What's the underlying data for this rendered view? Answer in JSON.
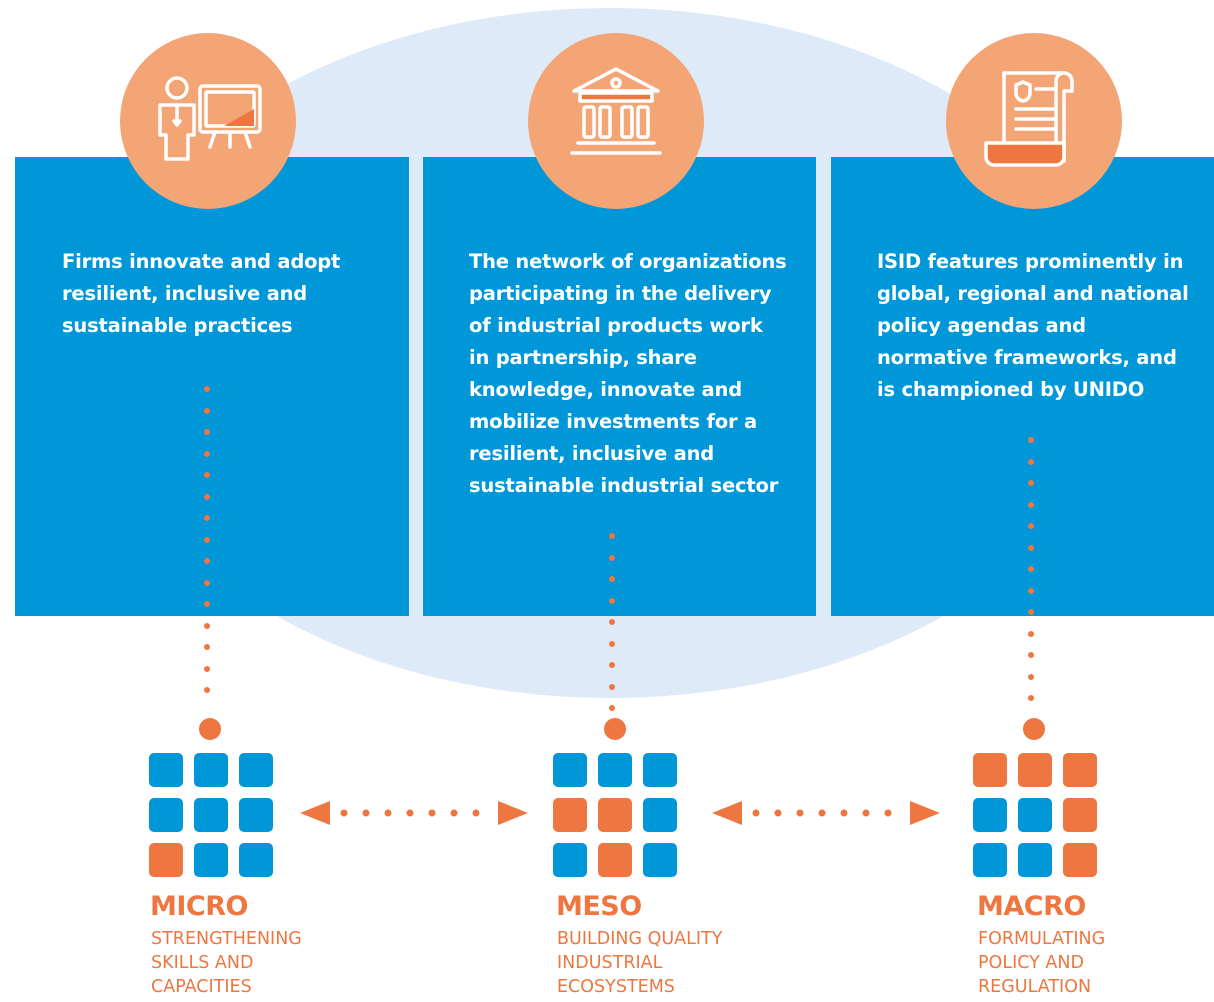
{
  "colors": {
    "panel_blue": "#0097d8",
    "accent_orange": "#ee7640",
    "icon_circle": "#f4a576",
    "ellipse_bg": "#dfeaf8"
  },
  "panels": [
    {
      "icon": "presenter-board-icon",
      "text": "Firms innovate and adopt\nresilient, inclusive and\nsustainable practices"
    },
    {
      "icon": "institution-building-icon",
      "text": "The network of organizations\nparticipating in the delivery\nof industrial products work\nin partnership, share\nknowledge, innovate and\nmobilize investments for a\nresilient, inclusive and\nsustainable industrial sector"
    },
    {
      "icon": "policy-scroll-icon",
      "text": "ISID features prominently in\nglobal, regional and national\npolicy agendas and\nnormative frameworks, and\nis championed by UNIDO"
    }
  ],
  "levels": [
    {
      "title": "MICRO",
      "subtitle": "STRENGTHENING\nSKILLS AND\nCAPACITIES",
      "grid": [
        "blue",
        "blue",
        "blue",
        "blue",
        "blue",
        "blue",
        "orange",
        "blue",
        "blue"
      ]
    },
    {
      "title": "MESO",
      "subtitle": "BUILDING QUALITY\nINDUSTRIAL\nECOSYSTEMS",
      "grid": [
        "blue",
        "blue",
        "blue",
        "orange",
        "orange",
        "blue",
        "blue",
        "orange",
        "blue"
      ]
    },
    {
      "title": "MACRO",
      "subtitle": "FORMULATING\nPOLICY AND\nREGULATION",
      "grid": [
        "orange",
        "orange",
        "orange",
        "blue",
        "blue",
        "orange",
        "blue",
        "blue",
        "orange"
      ]
    }
  ]
}
